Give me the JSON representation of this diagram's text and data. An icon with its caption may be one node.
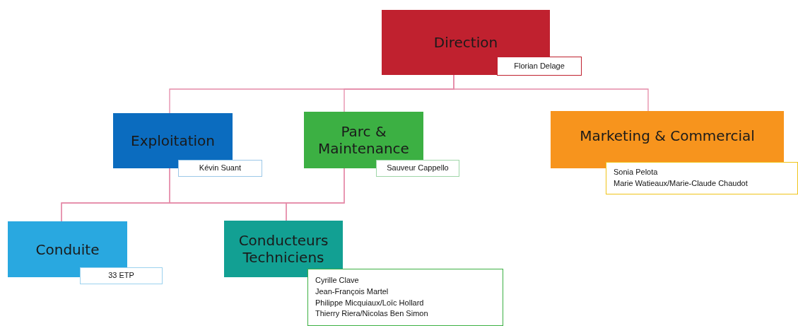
{
  "diagram": {
    "nodes": [
      {
        "text": [
          "Direction"
        ]
      },
      {
        "text": [
          "Florian Delage"
        ]
      },
      {
        "text": [
          "Exploitation"
        ]
      },
      {
        "text": [
          "Kévin Suant"
        ]
      },
      {
        "text": [
          "Parc & Maintenance"
        ]
      },
      {
        "text": [
          "Sauveur Cappello"
        ]
      },
      {
        "text": [
          "Marketing & Commercial"
        ]
      },
      {
        "text": [
          "Sonia Pelota",
          "Marie Watieaux/Marie-Claude Chaudot"
        ]
      },
      {
        "text": [
          "Conduite"
        ]
      },
      {
        "text": [
          "33 ETP"
        ]
      },
      {
        "text": [
          "Conducteurs Techniciens"
        ]
      },
      {
        "text": [
          "Cyrille Clave",
          "Jean-François Martel",
          "Philippe Micquiaux/Loïc Hollard",
          "Thierry Riera/Nicolas Ben Simon"
        ]
      }
    ],
    "edges": [
      {
        "from": 0,
        "to": 2,
        "arrow": "none"
      },
      {
        "from": 0,
        "to": 4,
        "arrow": "none"
      },
      {
        "from": 0,
        "to": 6,
        "arrow": "none"
      },
      {
        "from": 2,
        "to": 8,
        "arrow": "none"
      },
      {
        "from": 2,
        "to": 10,
        "arrow": "none"
      },
      {
        "from": 4,
        "to": 8,
        "arrow": "none"
      },
      {
        "from": 4,
        "to": 10,
        "arrow": "none"
      }
    ]
  }
}
